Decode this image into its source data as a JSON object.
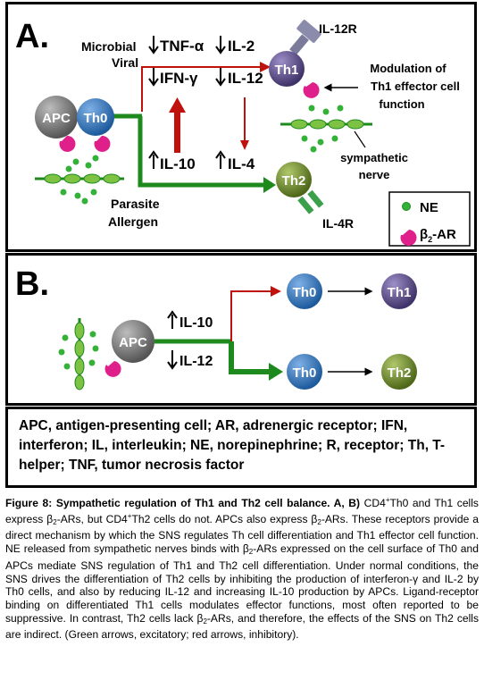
{
  "panel_a": {
    "label": "A.",
    "stimulus_top": [
      "Microbial",
      "Viral"
    ],
    "cytokines_top": [
      "TNF-α",
      "IL-2",
      "IFN-γ",
      "IL-12"
    ],
    "cytokines_bottom": [
      "IL-10",
      "IL-4"
    ],
    "stimulus_bottom": [
      "Parasite",
      "Allergen"
    ],
    "cells": {
      "apc": "APC",
      "th0": "Th0",
      "th1": "Th1",
      "th2": "Th2"
    },
    "receptors": {
      "il12r": "IL-12R",
      "il4r": "IL-4R"
    },
    "modulation": [
      "Modulation of",
      "Th1 effector cell",
      "function"
    ],
    "nerve": [
      "sympathetic",
      "nerve"
    ],
    "legend": {
      "ne": "NE",
      "b2ar": "β",
      "b2ar_sub": "2",
      "b2ar_tail": "-AR"
    }
  },
  "panel_b": {
    "label": "B.",
    "cells": {
      "apc": "APC",
      "th0_top": "Th0",
      "th1": "Th1",
      "th0_bottom": "Th0",
      "th2": "Th2"
    },
    "cytokines": [
      "IL-10",
      "IL-12"
    ]
  },
  "abbreviations": "APC, antigen-presenting cell; AR, adrenergic receptor; IFN, interferon; IL, interleukin; NE, norepinephrine; R, receptor; Th, T-helper; TNF, tumor necrosis factor",
  "caption": {
    "title": "Figure 8: Sympathetic regulation of Th1 and Th2 cell balance. A, B)",
    "t1": " CD4",
    "t1_sup": "+",
    "t2": "Th0 and Th1 cells express β",
    "t2_sub": "2",
    "t3": "-ARs, but CD4",
    "t3_sup": "+",
    "t4": "Th2 cells do not. APCs also express β",
    "t4_sub": "2",
    "t5": "-ARs. These receptors provide a direct mechanism by which the SNS regulates Th cell differentiation and Th1 effector cell function. NE released from sympathetic nerves binds with β",
    "t5_sub": "2",
    "t6": "-ARs expressed on the cell surface of Th0 and APCs mediate SNS regulation of Th1 and Th2 cell differentiation. Under normal conditions, the SNS drives the differentiation of Th2 cells by inhibiting the production of interferon-γ and IL-2 by Th0 cells, and also by reducing IL-12 and increasing IL-10 production by APCs. Ligand-receptor binding on differentiated Th1 cells modulates effector functions, most often reported to be suppressive. In contrast, Th2 cells lack β",
    "t6_sub": "2",
    "t7": "-ARs, and therefore, the effects of the SNS on Th2 cells are indirect. (Green arrows, excitatory; red arrows, inhibitory)."
  },
  "colors": {
    "green": "#1e8a1e",
    "red": "#c0120c",
    "th0_blue": "#2f6fb3",
    "th1_purple": "#5a4a86",
    "th2_olive": "#6e8a2a",
    "apc_gray": "#6e6e6e",
    "b2ar_magenta": "#e0208a",
    "ne_green": "#35b13a"
  }
}
